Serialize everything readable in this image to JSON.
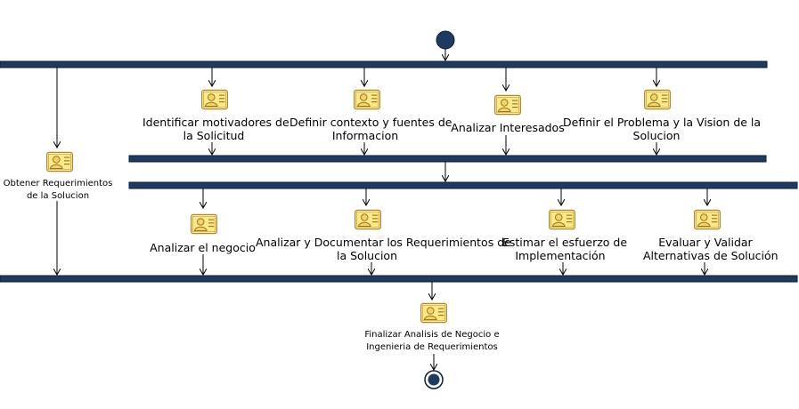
{
  "diagram": {
    "colors": {
      "bar": "#1f3a5f",
      "bar_edge": "#0d1e33",
      "node": "#1f3a5f",
      "line": "#000000"
    },
    "activities": [
      {
        "id": "obtener",
        "lines": [
          "Obtener Requerimientos",
          "de la Solucion"
        ]
      },
      {
        "id": "identificar",
        "lines": [
          "Identificar motivadores de",
          "la Solicitud"
        ]
      },
      {
        "id": "contexto",
        "lines": [
          "Definir contexto y fuentes de",
          "Informacion"
        ]
      },
      {
        "id": "interesados",
        "lines": [
          "Analizar Interesados"
        ]
      },
      {
        "id": "problema",
        "lines": [
          "Definir el Problema y la Vision de la",
          "Solucion"
        ]
      },
      {
        "id": "negocio",
        "lines": [
          "Analizar el negocio"
        ]
      },
      {
        "id": "documentar",
        "lines": [
          "Analizar y Documentar los Requerimientos de",
          "la Solucion"
        ]
      },
      {
        "id": "esfuerzo",
        "lines": [
          "Estimar el esfuerzo de",
          "Implementación"
        ]
      },
      {
        "id": "evaluar",
        "lines": [
          "Evaluar y Validar",
          "Alternativas de Solución"
        ]
      },
      {
        "id": "finalizar",
        "lines": [
          "Finalizar Analisis de Negocio e",
          "Ingenieria de Requerimientos"
        ]
      }
    ]
  }
}
